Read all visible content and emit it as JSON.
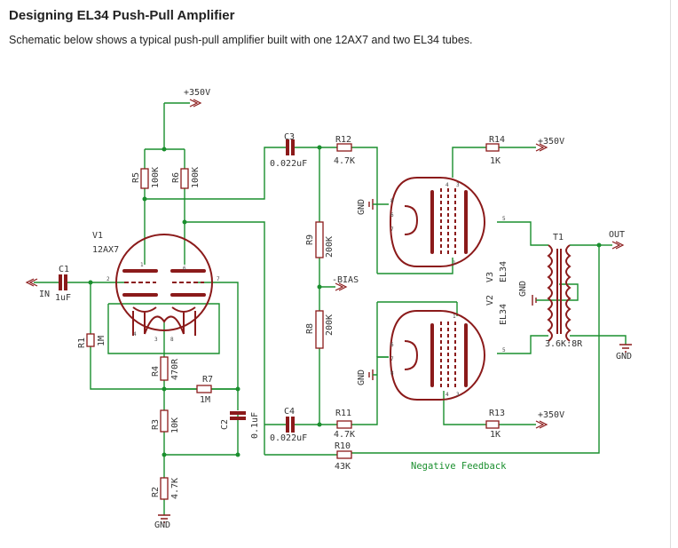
{
  "header": {
    "title": "Designing EL34 Push-Pull Amplifier",
    "subtitle": "Schematic below shows a typical push-pull amplifier built with one 12AX7 and two EL34 tubes."
  },
  "colors": {
    "wire": "#1a8f2e",
    "component": "#8b1a1a",
    "text": "#333333"
  },
  "schematic": {
    "rails": {
      "top": "+350V",
      "r12_rail": "+350V",
      "r13_rail": "+350V",
      "bias": "-BIAS"
    },
    "terminals": {
      "input": "IN",
      "output": "OUT",
      "gnd": "GND"
    },
    "feedback_label": "Negative Feedback",
    "tubes": {
      "v1": {
        "ref": "V1",
        "type": "12AX7"
      },
      "v2": {
        "ref": "V2",
        "type": "EL34"
      },
      "v3": {
        "ref": "V3",
        "type": "EL34"
      }
    },
    "transformer": {
      "ref": "T1",
      "ratio": "3.6K:8R"
    },
    "components": {
      "c1": {
        "ref": "C1",
        "value": "1uF"
      },
      "c2": {
        "ref": "C2",
        "value": "0.1uF"
      },
      "c3": {
        "ref": "C3",
        "value": "0.022uF"
      },
      "c4": {
        "ref": "C4",
        "value": "0.022uF"
      },
      "r1": {
        "ref": "R1",
        "value": "1M"
      },
      "r2": {
        "ref": "R2",
        "value": "4.7K"
      },
      "r3": {
        "ref": "R3",
        "value": "10K"
      },
      "r4": {
        "ref": "R4",
        "value": "470R"
      },
      "r5": {
        "ref": "R5",
        "value": "100K"
      },
      "r6": {
        "ref": "R6",
        "value": "100K"
      },
      "r7": {
        "ref": "R7",
        "value": "1M"
      },
      "r8": {
        "ref": "R8",
        "value": "200K"
      },
      "r9": {
        "ref": "R9",
        "value": "200K"
      },
      "r10": {
        "ref": "R10",
        "value": "43K"
      },
      "r11": {
        "ref": "R11",
        "value": "4.7K"
      },
      "r12": {
        "ref": "R12",
        "value": "4.7K"
      },
      "r13": {
        "ref": "R13",
        "value": "1K"
      },
      "r14": {
        "ref": "R14",
        "value": "1K"
      }
    },
    "pins": {
      "v1": [
        "2",
        "7",
        "4",
        "3",
        "8",
        "6",
        "1"
      ],
      "v3": [
        "8",
        "6",
        "7",
        "3",
        "4",
        "1",
        "5"
      ],
      "v2": [
        "1",
        "4",
        "6",
        "7",
        "8",
        "3",
        "5"
      ]
    }
  }
}
